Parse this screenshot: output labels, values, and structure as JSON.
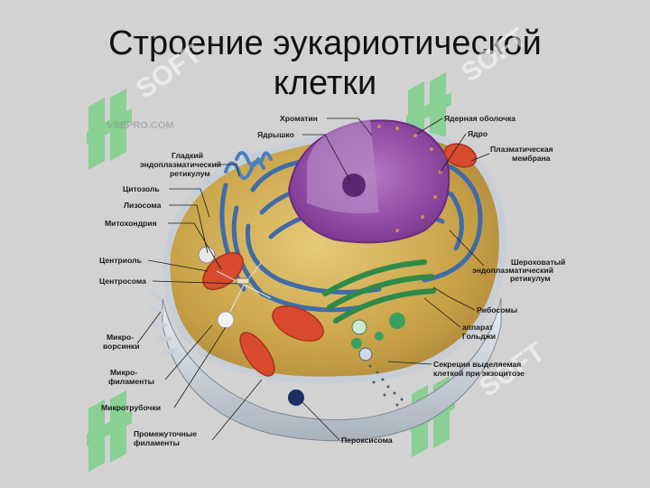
{
  "title": {
    "line1": "Строение эукариотической",
    "line2": "клетки"
  },
  "watermark": {
    "text": "SOFT",
    "logo_text": "VSEPRO.COM"
  },
  "labels": {
    "chromatin": "Хроматин",
    "nucleolus": "Ядрышко",
    "smooth_er_1": "Гладкий",
    "smooth_er_2": "эндоплазматический",
    "smooth_er_3": "ретикулум",
    "cytosol": "Цитозоль",
    "lysosome": "Лизосома",
    "mitochondrion": "Митохондрия",
    "centriole": "Центриоль",
    "centrosome": "Центросома",
    "microvilli_1": "Микро-",
    "microvilli_2": "ворсинки",
    "microfilaments_1": "Микро-",
    "microfilaments_2": "филаменты",
    "microtubules": "Микротрубочки",
    "intermediate_1": "Промежуточные",
    "intermediate_2": "филаменты",
    "nuclear_envelope": "Ядерная оболочка",
    "nucleus": "Ядро",
    "plasma_membrane_1": "Плазматическая",
    "plasma_membrane_2": "мембрана",
    "rough_er_1": "Шероховатый",
    "rough_er_2": "эндоплазматический",
    "rough_er_3": "ретикулум",
    "ribosomes": "Рибосомы",
    "golgi_1": "аппарат",
    "golgi_2": "Гольджи",
    "secretion_1": "Секреция выделяемая",
    "secretion_2": "клеткой при экзоцитозе",
    "peroxisome": "Пероксисома"
  },
  "colors": {
    "background": "#d2d2d2",
    "cytoplasm": "#c8a24a",
    "nucleus": "#9a4fa8",
    "rough_er": "#3f6ca8",
    "golgi": "#2f8a4a",
    "mitochondria": "#d94a2e",
    "watermark": "#6fcf7e"
  }
}
